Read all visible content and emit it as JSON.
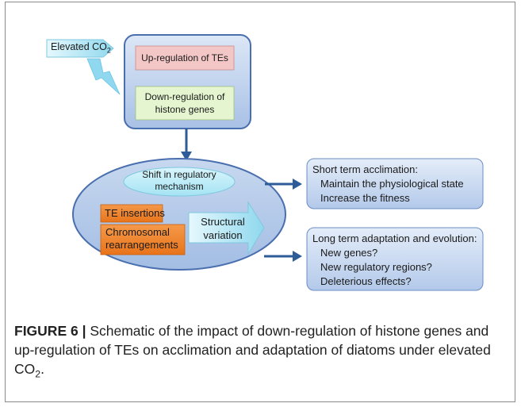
{
  "elevated_label": "Elevated CO",
  "elevated_sub": "2",
  "box_up": "Up-regulation of TEs",
  "box_down_line1": "Down-regulation of",
  "box_down_line2": "histone genes",
  "shift_line1": "Shift in regulatory",
  "shift_line2": "mechanism",
  "te_insertions": "TE insertions",
  "chrom_line1": "Chromosomal",
  "chrom_line2": "rearrangements",
  "structural_line1": "Structural",
  "structural_line2": "variation",
  "short_term": {
    "title": "Short term acclimation:",
    "items": [
      "Maintain the physiological state",
      "Increase the fitness"
    ]
  },
  "long_term": {
    "title": "Long term adaptation and evolution:",
    "items": [
      "New genes?",
      "New regulatory regions?",
      "Deleterious effects?"
    ]
  },
  "caption": {
    "label": "FIGURE 6 |",
    "text": " Schematic of the impact of down-regulation of histone genes and up-regulation of TEs on acclimation and adaptation of diatoms under elevated CO",
    "sub": "2",
    "end": "."
  },
  "colors": {
    "blue_box_fill": "#bdd0ea",
    "blue_box_stroke": "#4a6fae",
    "pink": "#f4c7c7",
    "green": "#e4f5cf",
    "orange": "#f0811f",
    "cyan": "#9fe0f0",
    "arrow_blue": "#2e5c99"
  }
}
